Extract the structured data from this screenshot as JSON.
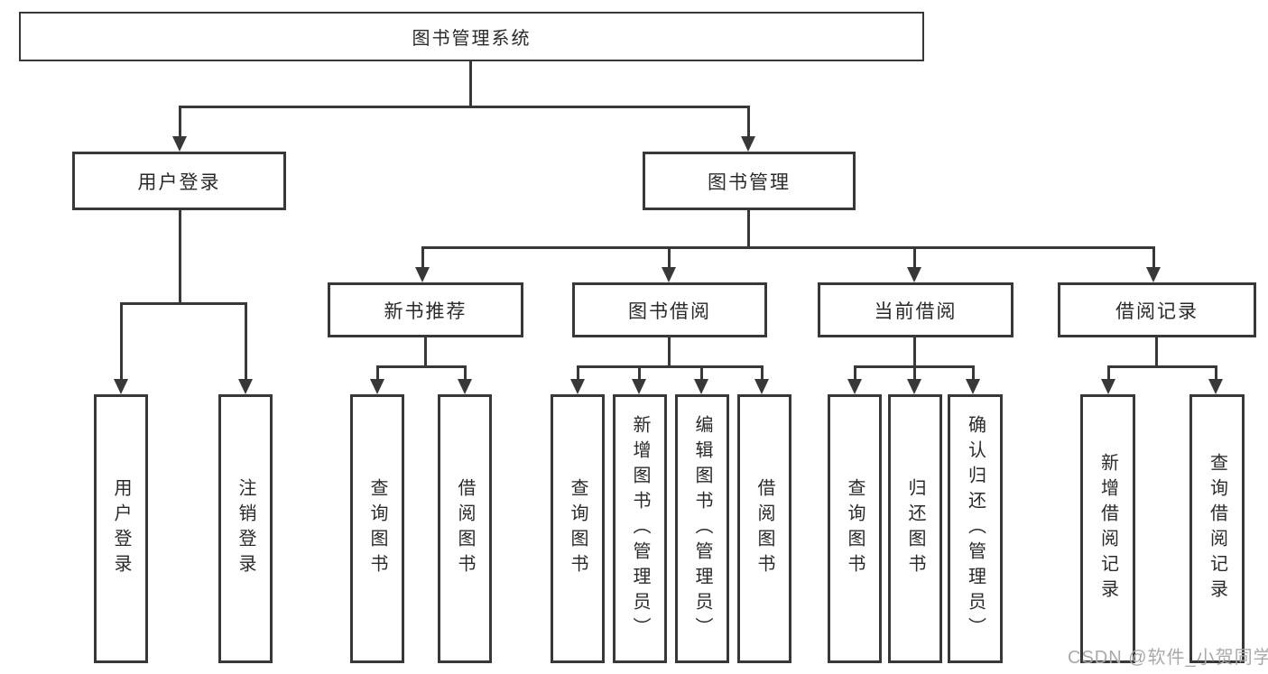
{
  "title": "图书管理系统",
  "watermark": "CSDN @软件_小贺同学",
  "colors": {
    "line": "#383838",
    "text": "#2a2a2a",
    "background": "#ffffff",
    "watermark": "#a9a9a9"
  },
  "diagram_type": "hierarchy-tree",
  "tree": {
    "root": {
      "label": "图书管理系统"
    },
    "branches": [
      {
        "label": "用户登录",
        "children": [
          "用户登录",
          "注销登录"
        ]
      },
      {
        "label": "图书管理",
        "children": [
          {
            "label": "新书推荐",
            "children": [
              "查询图书",
              "借阅图书"
            ]
          },
          {
            "label": "图书借阅",
            "children": [
              "查询图书",
              "新增图书（管理员）",
              "编辑图书（管理员）",
              "借阅图书"
            ]
          },
          {
            "label": "当前借阅",
            "children": [
              "查询图书",
              "归还图书",
              "确认归还（管理员）"
            ]
          },
          {
            "label": "借阅记录",
            "children": [
              "新增借阅记录",
              "查询借阅记录"
            ]
          }
        ]
      }
    ]
  }
}
